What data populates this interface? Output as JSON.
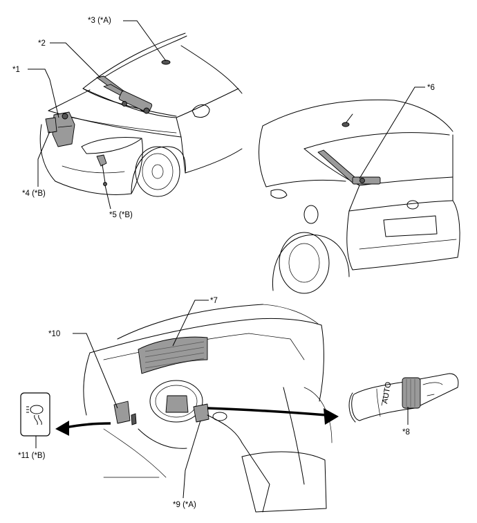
{
  "callouts": {
    "c1": "*1",
    "c2": "*2",
    "c3": "*3 (*A)",
    "c4": "*4 (*B)",
    "c5": "*5 (*B)",
    "c6": "*6",
    "c7": "*7",
    "c8": "*8",
    "c9": "*9 (*A)",
    "c10": "*10",
    "c11": "*11 (*B)"
  },
  "switch_labels": {
    "auto": "AUTO"
  }
}
